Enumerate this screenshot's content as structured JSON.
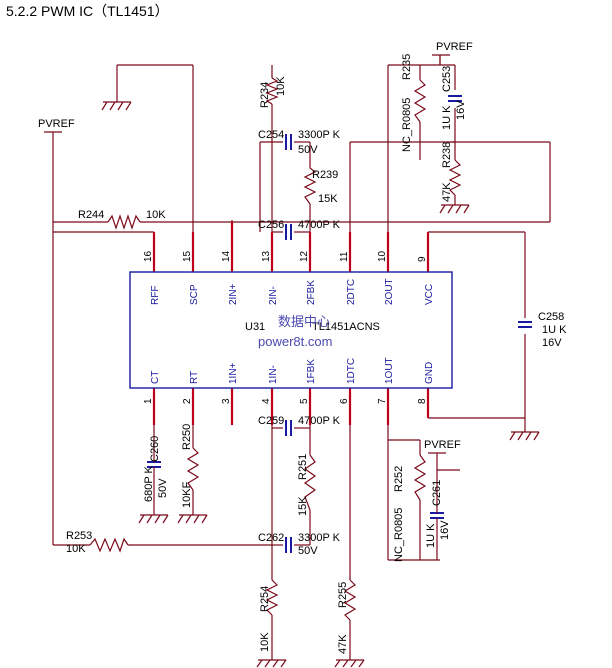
{
  "title": "5.2.2 PWM IC（TL1451）",
  "chip": {
    "ref": "U31",
    "part": "TL1451ACNS",
    "watermark_cn": "数据中心",
    "watermark_url": "power8t.com",
    "top_pins": [
      {
        "num": "16",
        "label": "RFF"
      },
      {
        "num": "15",
        "label": "SCP"
      },
      {
        "num": "14",
        "label": "2IN+"
      },
      {
        "num": "13",
        "label": "2IN-"
      },
      {
        "num": "12",
        "label": "2FBK"
      },
      {
        "num": "11",
        "label": "2DTC"
      },
      {
        "num": "10",
        "label": "2OUT"
      },
      {
        "num": "9",
        "label": "VCC"
      }
    ],
    "bottom_pins": [
      {
        "num": "1",
        "label": "CT"
      },
      {
        "num": "2",
        "label": "RT"
      },
      {
        "num": "3",
        "label": "1IN+"
      },
      {
        "num": "4",
        "label": "1IN-"
      },
      {
        "num": "5",
        "label": "1FBK"
      },
      {
        "num": "6",
        "label": "1DTC"
      },
      {
        "num": "7",
        "label": "1OUT"
      },
      {
        "num": "8",
        "label": "GND"
      }
    ]
  },
  "rails": {
    "pvref_left": "PVREF",
    "pvref_top": "PVREF",
    "pvref_bottom": "PVREF"
  },
  "components": {
    "R234": {
      "ref": "R234",
      "value": "10K"
    },
    "C254": {
      "ref": "C254",
      "value": "3300P K",
      "voltage": "50V"
    },
    "R239": {
      "ref": "R239",
      "value": "15K"
    },
    "C256": {
      "ref": "C256",
      "value": "4700P K"
    },
    "R244": {
      "ref": "R244",
      "value": "10K"
    },
    "R235": {
      "ref": "R235",
      "value": "NC_R0805"
    },
    "C253": {
      "ref": "C253",
      "value": "1U K",
      "voltage": "16V"
    },
    "R238": {
      "ref": "R238",
      "value": "47K"
    },
    "C258": {
      "ref": "C258",
      "value": "1U K",
      "voltage": "16V"
    },
    "C260": {
      "ref": "C260",
      "value": "680P K",
      "voltage": "50V"
    },
    "R250": {
      "ref": "R250",
      "value": "10KF"
    },
    "C259": {
      "ref": "C259",
      "value": "4700P K"
    },
    "R251": {
      "ref": "R251",
      "value": "15K"
    },
    "R252": {
      "ref": "R252",
      "value": "NC_R0805"
    },
    "C261": {
      "ref": "C261",
      "value": "1U K",
      "voltage": "16V"
    },
    "R253": {
      "ref": "R253",
      "value": "10K"
    },
    "C262": {
      "ref": "C262",
      "value": "3300P K",
      "voltage": "50V"
    },
    "R254": {
      "ref": "R254",
      "value": "10K"
    },
    "R255": {
      "ref": "R255",
      "value": "47K"
    }
  }
}
